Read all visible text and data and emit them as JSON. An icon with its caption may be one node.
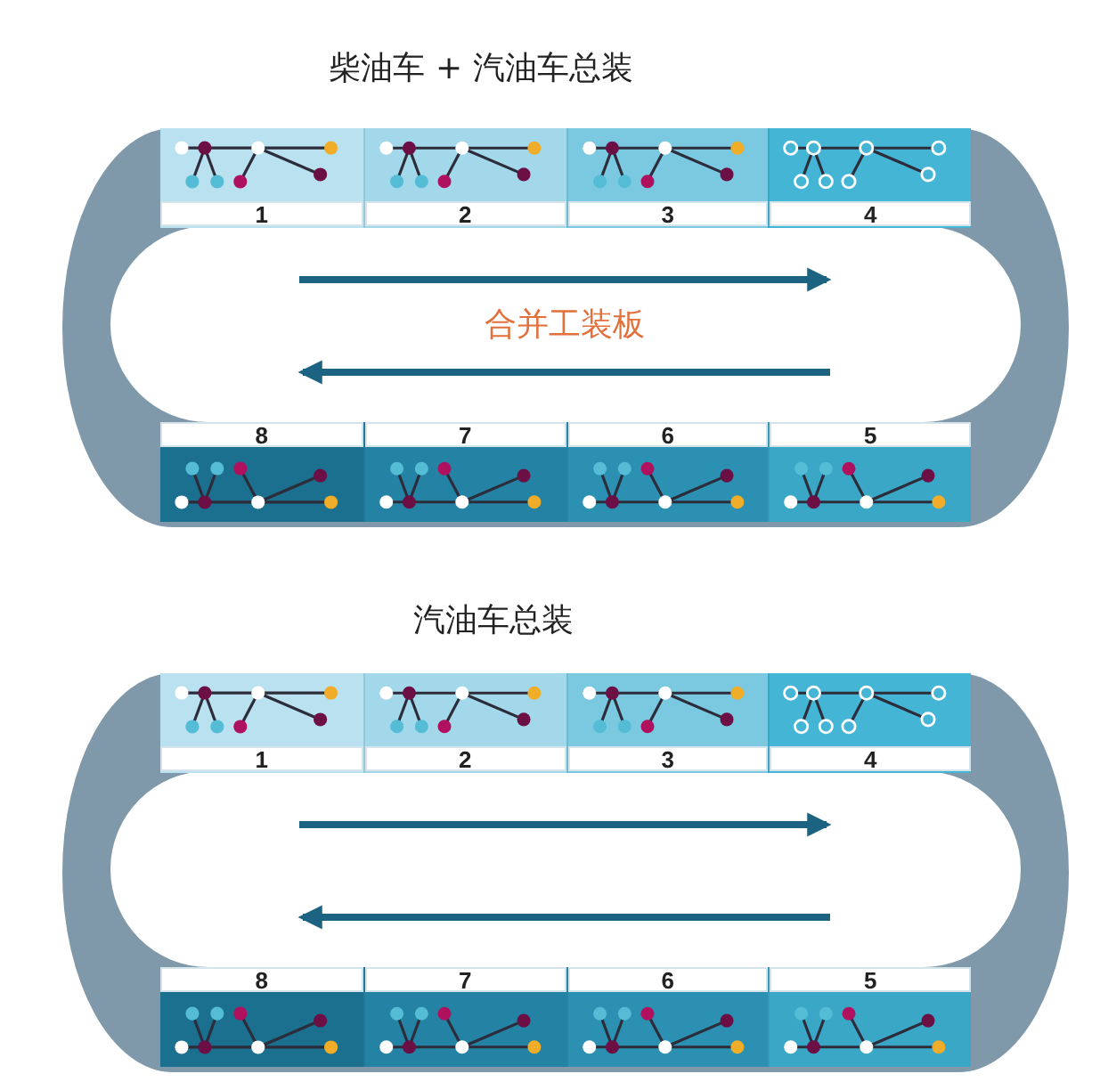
{
  "diagram": {
    "nodes": [
      {
        "text": [
          "1"
        ]
      },
      {
        "text": [
          "2"
        ]
      },
      {
        "text": [
          "3"
        ]
      },
      {
        "text": [
          "4"
        ]
      },
      {
        "text": [
          "8"
        ]
      },
      {
        "text": [
          "7"
        ]
      },
      {
        "text": [
          "6"
        ]
      },
      {
        "text": [
          "5"
        ]
      },
      {
        "text": [
          "1"
        ]
      },
      {
        "text": [
          "2"
        ]
      },
      {
        "text": [
          "3"
        ]
      },
      {
        "text": [
          "4"
        ]
      },
      {
        "text": [
          "8"
        ]
      },
      {
        "text": [
          "7"
        ]
      },
      {
        "text": [
          "6"
        ]
      },
      {
        "text": [
          "5"
        ]
      }
    ],
    "labels": [
      "柴油车 + 汽油车总装",
      "合并工装板",
      "汽油车总装"
    ]
  }
}
